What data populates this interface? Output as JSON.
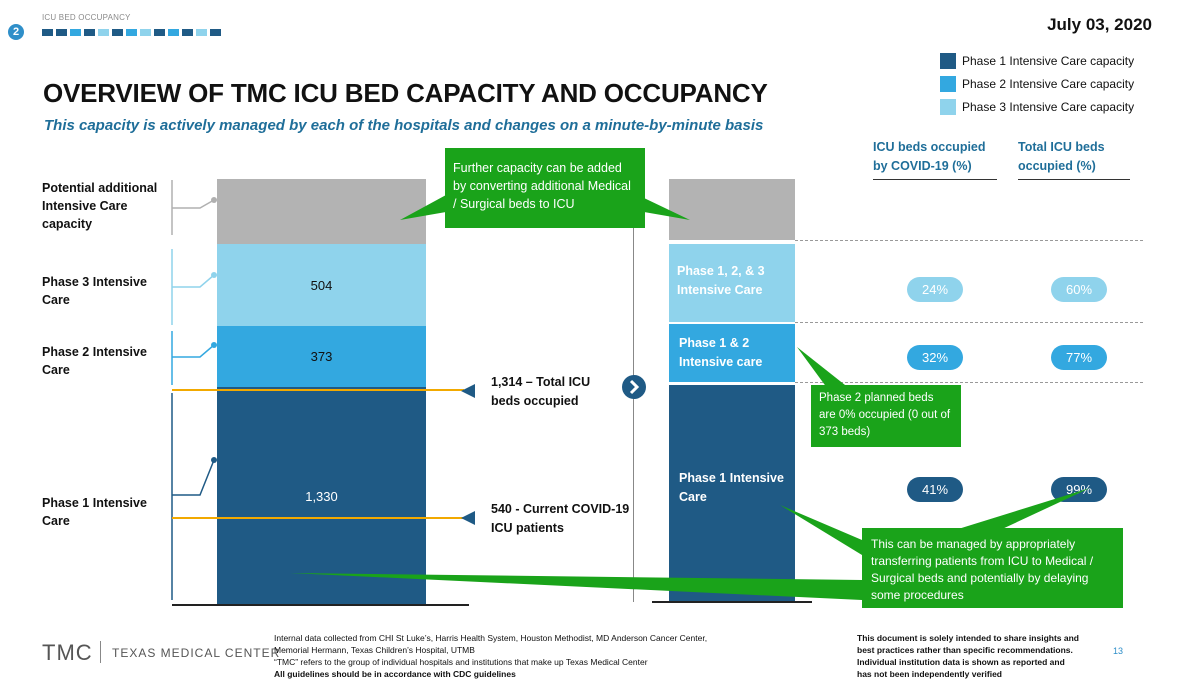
{
  "header": {
    "section_number": "2",
    "section_label": "ICU BED OCCUPANCY",
    "date": "July 03, 2020",
    "title": "OVERVIEW OF TMC ICU BED CAPACITY AND OCCUPANCY",
    "subtitle": "This capacity is actively managed by each of the hospitals and changes on a minute-by-minute basis"
  },
  "legend": [
    {
      "label": "Phase 1 Intensive Care capacity",
      "color": "#1f5a85"
    },
    {
      "label": "Phase 2 Intensive Care capacity",
      "color": "#33a8e0"
    },
    {
      "label": "Phase 3 Intensive Care capacity",
      "color": "#8fd3ec"
    }
  ],
  "row_labels": {
    "potential": "Potential additional Intensive Care capacity",
    "phase3": "Phase 3 Intensive Care",
    "phase2": "Phase 2 Intensive Care",
    "phase1": "Phase 1 Intensive Care"
  },
  "columns": {
    "covid_header": "ICU beds occupied by COVID-19 (%)",
    "total_header": "Total ICU beds occupied (%)"
  },
  "chart_data": {
    "type": "bar",
    "stack_left": [
      {
        "name": "Phase 1 Intensive Care",
        "value": 1330,
        "label": "1,330",
        "color": "#1f5a85"
      },
      {
        "name": "Phase 2 Intensive Care",
        "value": 373,
        "label": "373",
        "color": "#33a8e0"
      },
      {
        "name": "Phase 3 Intensive Care",
        "value": 504,
        "label": "504",
        "color": "#8fd3ec"
      },
      {
        "name": "Potential additional Intensive Care capacity",
        "label": "",
        "color": "#b3b3b3"
      }
    ],
    "stack_right": [
      {
        "label": "Phase 1 Intensive Care",
        "color": "#1f5a85"
      },
      {
        "label": "Phase 1 & 2 Intensive care",
        "color": "#33a8e0"
      },
      {
        "label": "Phase 1, 2, & 3 Intensive Care",
        "color": "#8fd3ec"
      },
      {
        "label": "",
        "color": "#b3b3b3"
      }
    ],
    "markers": [
      {
        "value": 1314,
        "label": "1,314 – Total ICU beds occupied"
      },
      {
        "value": 540,
        "label": "540 - Current COVID-19 ICU patients"
      }
    ],
    "rows": [
      {
        "phase": "Phase 1, 2, & 3 Intensive Care",
        "covid_pct": "24%",
        "total_pct": "60%"
      },
      {
        "phase": "Phase 1 & 2 Intensive care",
        "covid_pct": "32%",
        "total_pct": "77%"
      },
      {
        "phase": "Phase 1 Intensive Care",
        "covid_pct": "41%",
        "total_pct": "99%"
      }
    ]
  },
  "callouts": {
    "top": "Further capacity can be added by converting additional Medical / Surgical beds to ICU",
    "phase2": "Phase 2 planned beds are 0% occupied (0 out of 373 beds)",
    "bottom": "This can be managed by appropriately transferring patients from ICU to Medical / Surgical beds and potentially by delaying some procedures"
  },
  "footer": {
    "logo": "TMC",
    "org_name": "TEXAS MEDICAL CENTER",
    "source_line1": "Internal data collected from CHI St Luke’s, Harris Health System, Houston Methodist, MD Anderson Cancer Center,",
    "source_line2": "Memorial Hermann, Texas Children’s Hospital, UTMB",
    "source_line3": "“TMC” refers to the group of individual hospitals and institutions that make up Texas Medical Center",
    "source_line4": "All guidelines should be in accordance with CDC guidelines",
    "disclaimer_line1": "This document is solely intended to share insights and",
    "disclaimer_line2": "best practices rather than specific recommendations.",
    "disclaimer_line3": "Individual institution data is shown as reported and",
    "disclaimer_line4": "has not been independently verified",
    "page_number": "13"
  },
  "colors": {
    "phase1": "#1f5a85",
    "phase2": "#33a8e0",
    "phase3": "#8fd3ec",
    "potential": "#b3b3b3",
    "callout": "#1aa31a",
    "pill_dark": "#1f5a85",
    "pill_mid": "#33a8e0",
    "pill_light": "#8fd3ec",
    "marker_line": "#f2a900",
    "accent_text": "#1f6e99"
  }
}
